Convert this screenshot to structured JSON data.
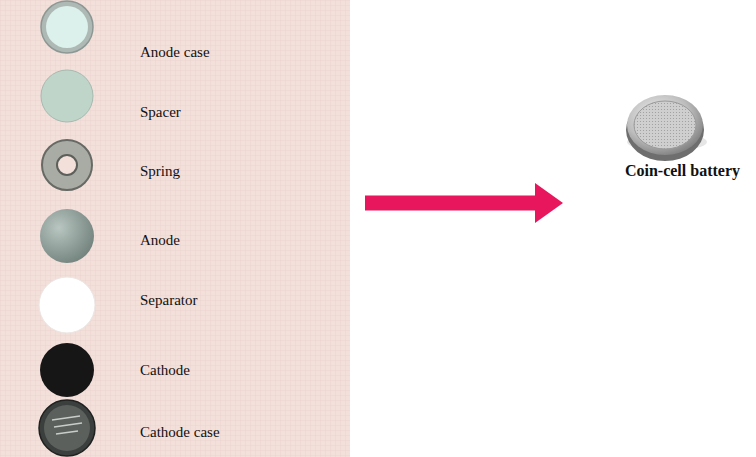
{
  "diagram": {
    "nodes": [
      {
        "text": [
          "Anode case",
          "Spacer",
          "Spring",
          "Anode",
          "Separator",
          "Cathode",
          "Cathode case"
        ]
      },
      {
        "text": [
          "Coin-cell battery"
        ]
      }
    ],
    "edges": [
      {
        "from": 0,
        "to": 1,
        "arrow": "to"
      }
    ]
  }
}
